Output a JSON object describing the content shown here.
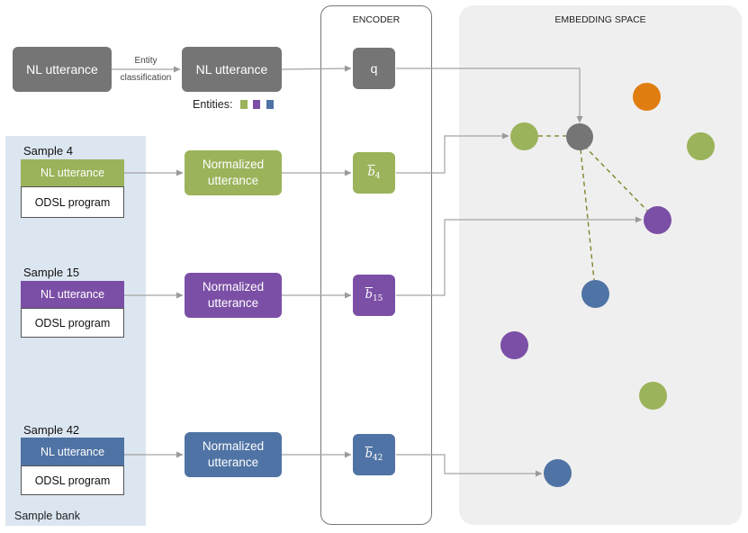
{
  "panels": {
    "encoder_title": "ENCODER",
    "embedding_title": "EMBEDDING SPACE",
    "sample_bank_label": "Sample bank"
  },
  "top_row": {
    "input": "NL utterance",
    "arrow_label_1": "Entity",
    "arrow_label_2": "classification",
    "output": "NL utterance",
    "entities_label": "Entities:",
    "query_vector": "q"
  },
  "samples": [
    {
      "title": "Sample 4",
      "nl": "NL utterance",
      "program": "ODSL program",
      "normalized_1": "Normalized",
      "normalized_2": "utterance",
      "vector_letter": "b",
      "vector_sub": "4",
      "color": "#9bb35a"
    },
    {
      "title": "Sample 15",
      "nl": "NL utterance",
      "program": "ODSL program",
      "normalized_1": "Normalized",
      "normalized_2": "utterance",
      "vector_letter": "b",
      "vector_sub": "15",
      "color": "#7b4fa6"
    },
    {
      "title": "Sample 42",
      "nl": "NL utterance",
      "program": "ODSL program",
      "normalized_1": "Normalized",
      "normalized_2": "utterance",
      "vector_letter": "b",
      "vector_sub": "42",
      "color": "#4f73a4"
    }
  ],
  "colors": {
    "gray": "#757575",
    "green": "#9bb35a",
    "purple": "#7b4fa6",
    "blue": "#4f73a4",
    "orange": "#e07d10",
    "sample_bank_bg": "#dce6f1",
    "embedding_bg": "#efefef"
  }
}
